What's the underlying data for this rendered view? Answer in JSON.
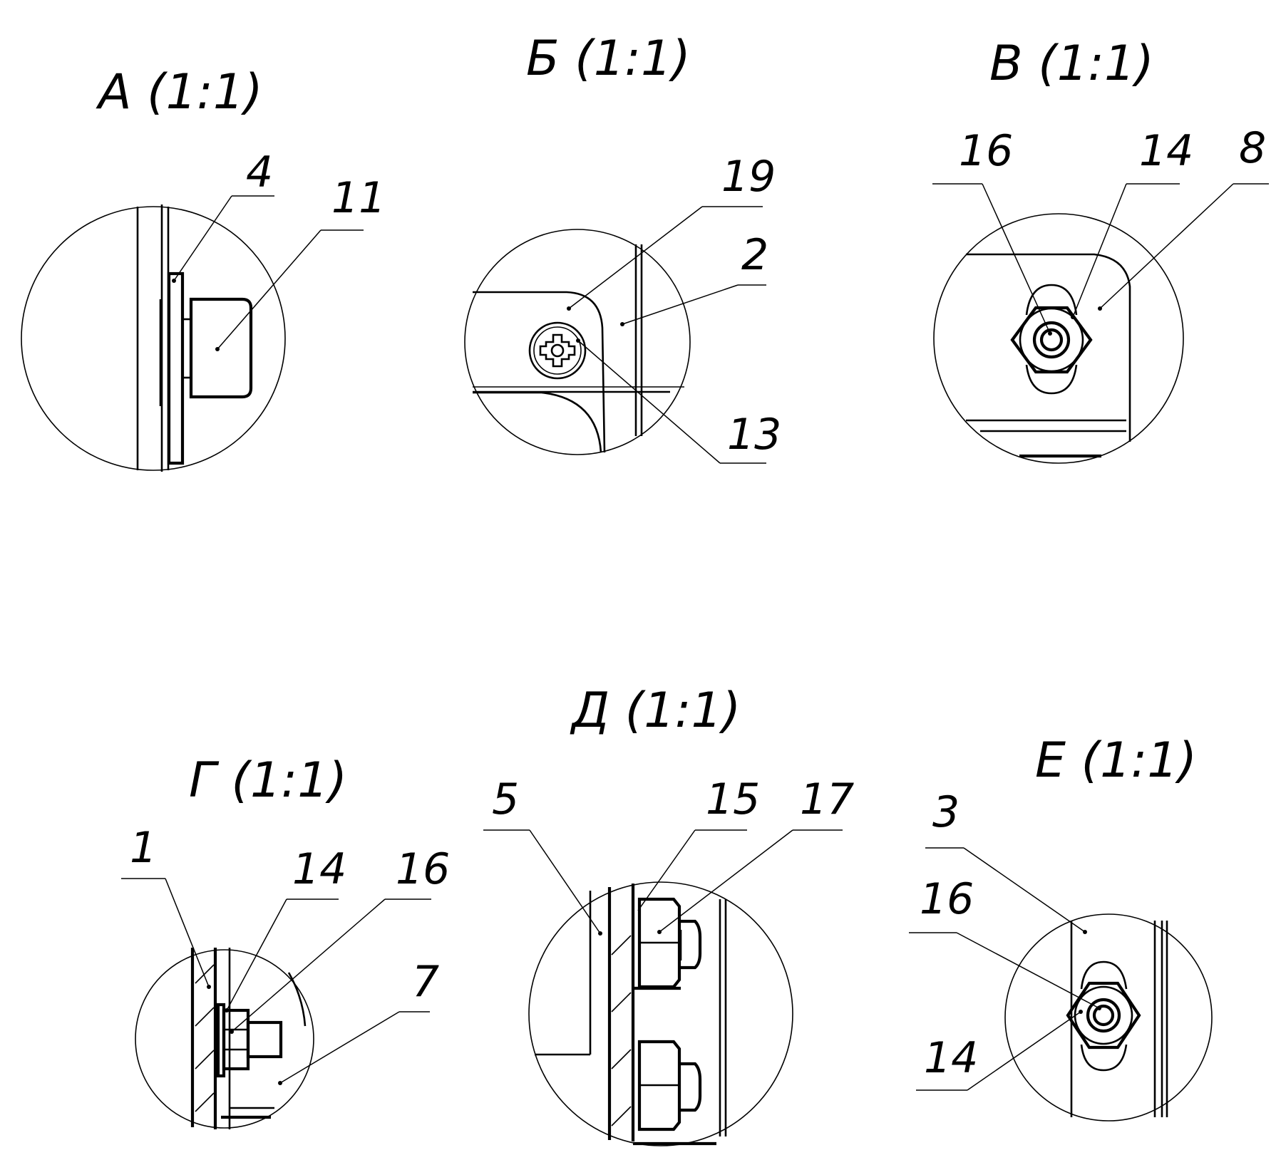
{
  "details": [
    {
      "title": "А (1:1)",
      "callouts": [
        "4",
        "11"
      ]
    },
    {
      "title": "Б (1:1)",
      "callouts": [
        "19",
        "2",
        "13"
      ]
    },
    {
      "title": "В (1:1)",
      "callouts": [
        "16",
        "14",
        "8"
      ]
    },
    {
      "title": "Г (1:1)",
      "callouts": [
        "1",
        "14",
        "16",
        "7"
      ]
    },
    {
      "title": "Д (1:1)",
      "callouts": [
        "5",
        "15",
        "17"
      ]
    },
    {
      "title": "Е (1:1)",
      "callouts": [
        "3",
        "16",
        "14"
      ]
    }
  ]
}
